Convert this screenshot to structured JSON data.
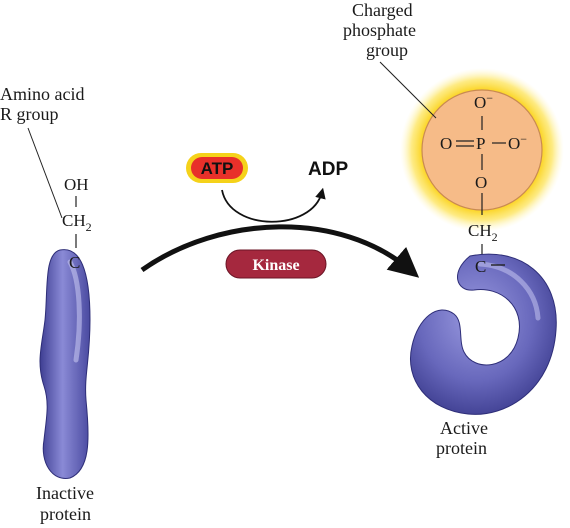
{
  "labels": {
    "amino_acid_line1": "Amino acid",
    "amino_acid_line2": "R group",
    "charged_line1": "Charged",
    "charged_line2": "phosphate",
    "charged_line3": "group",
    "inactive_line1": "Inactive",
    "inactive_line2": "protein",
    "active_line1": "Active",
    "active_line2": "protein"
  },
  "left_chain": {
    "oh": "OH",
    "ch": "CH",
    "ch_sub": "2",
    "c": "C"
  },
  "right_chain": {
    "ch": "CH",
    "ch_sub": "2",
    "c": "C",
    "o_link": "O",
    "p": "P",
    "o_top": "O",
    "o_left": "O",
    "o_right": "O",
    "charge": "−"
  },
  "reaction": {
    "atp": "ATP",
    "adp": "ADP",
    "enzyme": "Kinase"
  },
  "colors": {
    "protein": "#6c6cc0",
    "atp_fill": "#e8302a",
    "atp_ring": "#f5d21a",
    "kinase_fill": "#a5283e",
    "phosphate_fill": "#f6bb88",
    "phosphate_glow": "#fdd830"
  }
}
